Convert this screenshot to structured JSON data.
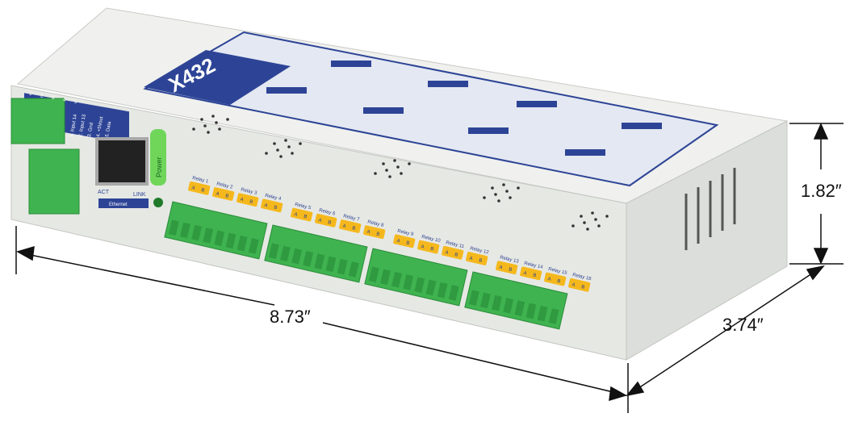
{
  "device": {
    "logo": "X432",
    "input_pins": [
      "1",
      "2",
      "3",
      "4",
      "5"
    ],
    "input_labels": [
      "1. Input 14",
      "2. Input 13",
      "3. Gnd",
      "4. +5Vout",
      "5. Data"
    ],
    "ethernet_label": "Ethernet",
    "act_label": "ACT",
    "link_label": "LINK",
    "power_label": "Power",
    "relays": [
      "Relay 1",
      "Relay 2",
      "Relay 3",
      "Relay 4",
      "Relay 5",
      "Relay 6",
      "Relay 7",
      "Relay 8",
      "Relay 9",
      "Relay 10",
      "Relay 11",
      "Relay 12",
      "Relay 13",
      "Relay 14",
      "Relay 15",
      "Relay 16"
    ],
    "terminal_a": "A",
    "terminal_b": "B"
  },
  "dimensions": {
    "width": "8.73″",
    "height": "1.82″",
    "depth": "3.74″"
  },
  "colors": {
    "body": "#e9ebe8",
    "blue": "#2d4496",
    "green": "#3fb34f",
    "yellow": "#f5b81c"
  }
}
